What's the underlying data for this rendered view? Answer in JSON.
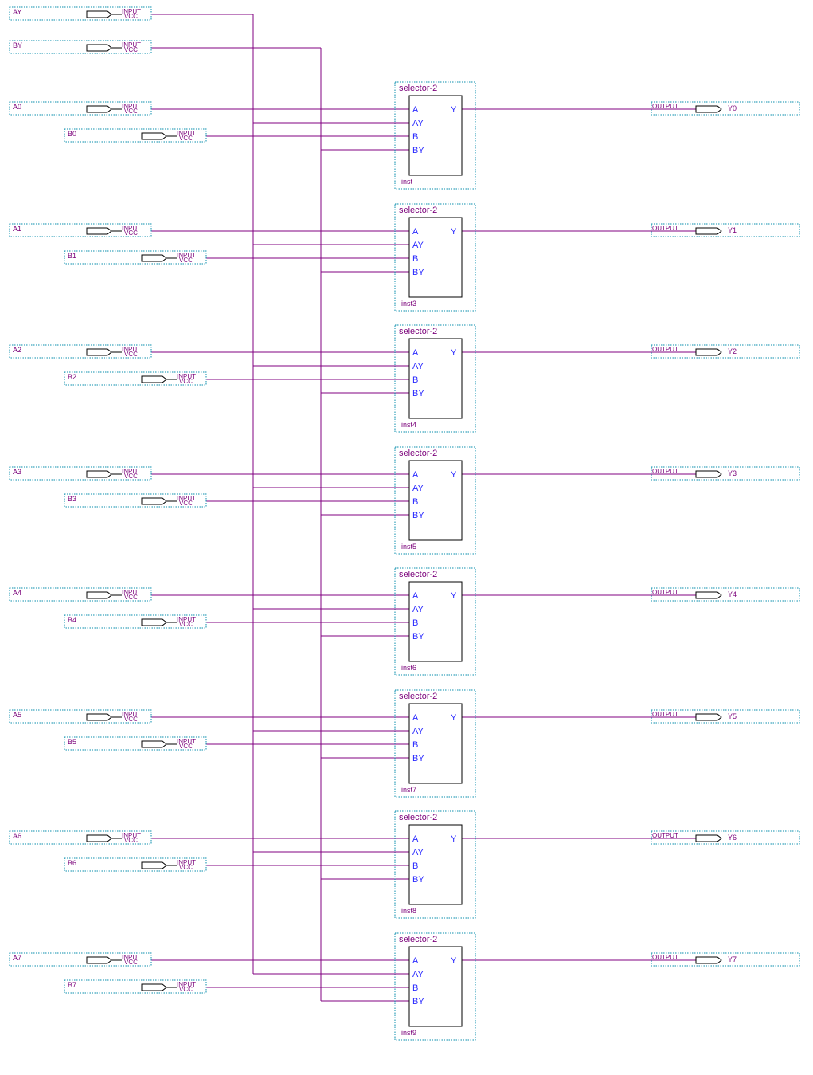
{
  "colors": {
    "wire": "#800080",
    "pin_box": "#0b8fae",
    "port_text": "#2a2aff",
    "text": "#7a007a",
    "symbol": "#000000"
  },
  "bus_inputs": [
    {
      "name": "AY",
      "tag": "INPUT",
      "sub": "VCC"
    },
    {
      "name": "BY",
      "tag": "INPUT",
      "sub": "VCC"
    }
  ],
  "selectors": [
    {
      "title": "selector-2",
      "inst": "inst",
      "a": "A0",
      "b": "B0",
      "y": "Y0",
      "in_tag": "INPUT",
      "in_sub": "VCC",
      "out_tag": "OUTPUT",
      "ports": [
        "A",
        "AY",
        "B",
        "BY"
      ],
      "out_port": "Y"
    },
    {
      "title": "selector-2",
      "inst": "inst3",
      "a": "A1",
      "b": "B1",
      "y": "Y1",
      "in_tag": "INPUT",
      "in_sub": "VCC",
      "out_tag": "OUTPUT",
      "ports": [
        "A",
        "AY",
        "B",
        "BY"
      ],
      "out_port": "Y"
    },
    {
      "title": "selector-2",
      "inst": "inst4",
      "a": "A2",
      "b": "B2",
      "y": "Y2",
      "in_tag": "INPUT",
      "in_sub": "VCC",
      "out_tag": "OUTPUT",
      "ports": [
        "A",
        "AY",
        "B",
        "BY"
      ],
      "out_port": "Y"
    },
    {
      "title": "selector-2",
      "inst": "inst5",
      "a": "A3",
      "b": "B3",
      "y": "Y3",
      "in_tag": "INPUT",
      "in_sub": "VCC",
      "out_tag": "OUTPUT",
      "ports": [
        "A",
        "AY",
        "B",
        "BY"
      ],
      "out_port": "Y"
    },
    {
      "title": "selector-2",
      "inst": "inst6",
      "a": "A4",
      "b": "B4",
      "y": "Y4",
      "in_tag": "INPUT",
      "in_sub": "VCC",
      "out_tag": "OUTPUT",
      "ports": [
        "A",
        "AY",
        "B",
        "BY"
      ],
      "out_port": "Y"
    },
    {
      "title": "selector-2",
      "inst": "inst7",
      "a": "A5",
      "b": "B5",
      "y": "Y5",
      "in_tag": "INPUT",
      "in_sub": "VCC",
      "out_tag": "OUTPUT",
      "ports": [
        "A",
        "AY",
        "B",
        "BY"
      ],
      "out_port": "Y"
    },
    {
      "title": "selector-2",
      "inst": "inst8",
      "a": "A6",
      "b": "B6",
      "y": "Y6",
      "in_tag": "INPUT",
      "in_sub": "VCC",
      "out_tag": "OUTPUT",
      "ports": [
        "A",
        "AY",
        "B",
        "BY"
      ],
      "out_port": "Y"
    },
    {
      "title": "selector-2",
      "inst": "inst9",
      "a": "A7",
      "b": "B7",
      "y": "Y7",
      "in_tag": "INPUT",
      "in_sub": "VCC",
      "out_tag": "OUTPUT",
      "ports": [
        "A",
        "AY",
        "B",
        "BY"
      ],
      "out_port": "Y"
    }
  ]
}
